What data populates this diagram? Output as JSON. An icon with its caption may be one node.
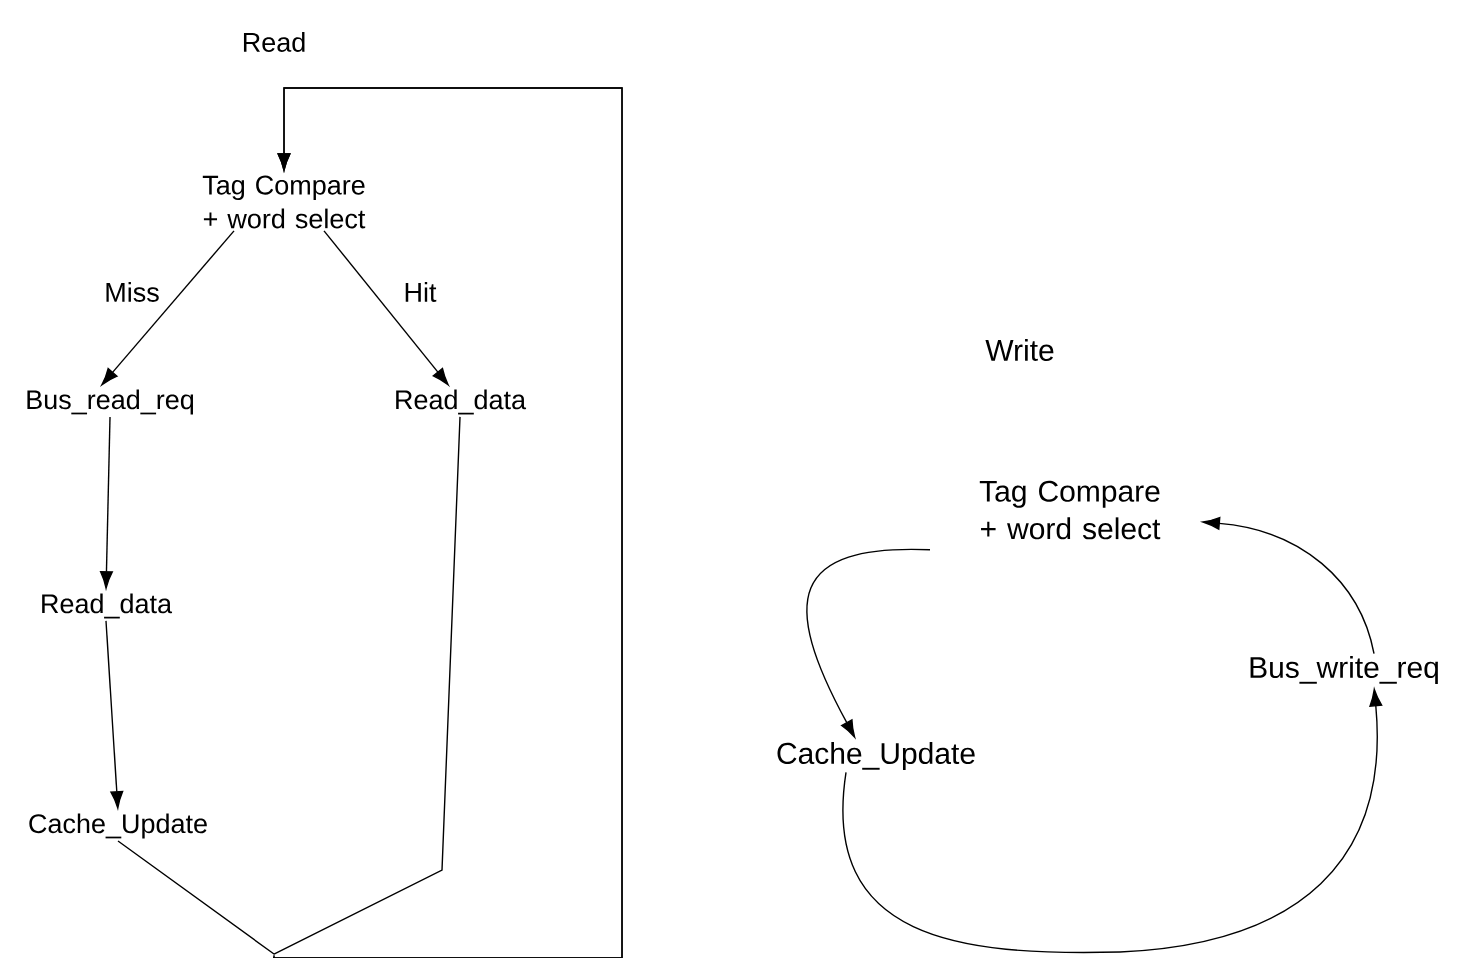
{
  "diagram": {
    "nodes": [
      {
        "text": [
          "Tag Compare + word select"
        ]
      },
      {
        "text": [
          "Bus_read_req"
        ]
      },
      {
        "text": [
          "Read_data"
        ]
      },
      {
        "text": [
          "Read_data"
        ]
      },
      {
        "text": [
          "Cache_Update"
        ]
      },
      {
        "text": [
          "Tag Compare + word select"
        ]
      },
      {
        "text": [
          "Cache_Update"
        ]
      },
      {
        "text": [
          "Bus_write_req"
        ]
      }
    ],
    "edges": [
      {
        "from": 0,
        "to": 1,
        "arrow": "to",
        "label": "Miss"
      },
      {
        "from": 0,
        "to": 2,
        "arrow": "to",
        "label": "Hit"
      },
      {
        "from": 1,
        "to": 3,
        "arrow": "to"
      },
      {
        "from": 3,
        "to": 4,
        "arrow": "to"
      },
      {
        "from": 4,
        "to": 0,
        "arrow": "to"
      },
      {
        "from": 2,
        "to": 0,
        "arrow": "to"
      },
      {
        "from": 5,
        "to": 6,
        "arrow": "to"
      },
      {
        "from": 6,
        "to": 7,
        "arrow": "to"
      },
      {
        "from": 7,
        "to": 5,
        "arrow": "to"
      }
    ],
    "labels": [
      "Read",
      "Write"
    ]
  }
}
